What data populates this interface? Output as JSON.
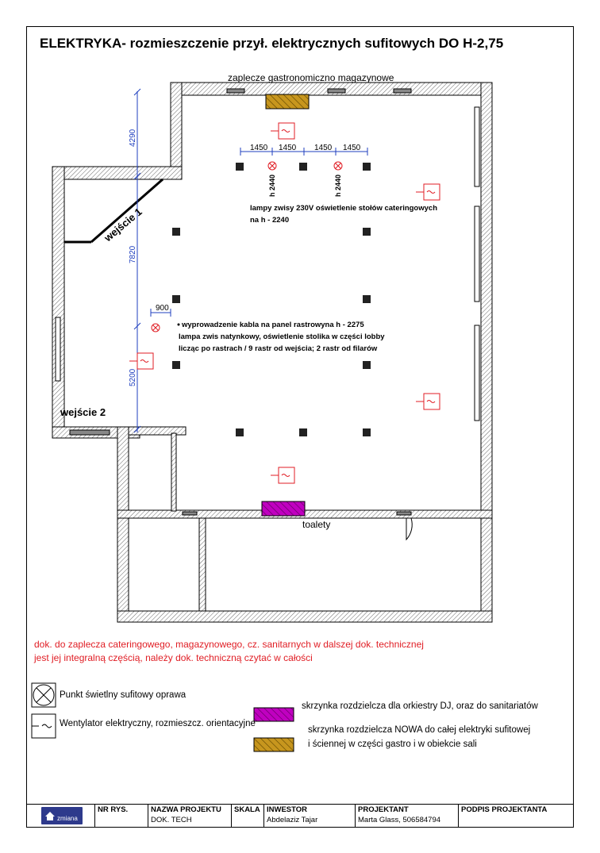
{
  "title": "ELEKTRYKA- rozmieszczenie przył. elektrycznych sufitowych DO H-2,75",
  "plan": {
    "top_room_label": "zaplecze gastronomiczno magazynowe",
    "entrance1": "wejście 1",
    "entrance2": "wejście 2",
    "toilets": "toalety",
    "dims": {
      "v1": "4290",
      "v2": "7820",
      "v3": "5200",
      "h_spacing": [
        "1450",
        "1450",
        "1450",
        "1450"
      ],
      "h_900": "900"
    },
    "lamp_heights": [
      "h 2440",
      "h 2440"
    ],
    "note_lamps_line1": "lampy zwisy 230V oświetlenie stołów cateringowych",
    "note_lamps_line2": "na h - 2240",
    "note_cable_line1": "wyprowadzenie kabla na panel rastrowyna h - 2275",
    "note_cable_line2": "lampa zwis natynkowy, oświetlenie stolika w części lobby",
    "note_cable_line3": "licząc po rastrach / 9 rastr od wejścia; 2 rastr od filarów"
  },
  "notes": {
    "line1": "dok. do zaplecza cateringowego, magazynowego, cz. sanitarnych w dalszej dok. technicznej",
    "line2": "jest jej integralną częścią, należy dok. techniczną czytać w całości"
  },
  "legend": {
    "light": "Punkt świetlny sufitowy oprawa",
    "fan": "Wentylator elektryczny, rozmieszcz. orientacyjne",
    "box_dj": "skrzynka rozdzielcza dla orkiestry DJ, oraz do sanitariatów",
    "box_new_line1": "skrzynka rozdzielcza NOWA do całej elektryki sufitowej",
    "box_new_line2": "i ściennej w części gastro i w obiekcie sali"
  },
  "colors": {
    "red": "#e01d24",
    "blue": "#1f3fbf",
    "magenta": "#c000c0",
    "ochre": "#c7961e"
  },
  "titleblock": {
    "logo_text": "zmiana",
    "nr_rys_head": "NR RYS.",
    "project_head": "NAZWA PROJEKTU",
    "project_val": "DOK. TECH",
    "scale_head": "SKALA",
    "investor_head": "INWESTOR",
    "investor_val": "Abdelaziz Tajar",
    "designer_head": "PROJEKTANT",
    "designer_val": "Marta Glass, 506584794",
    "sign_head": "PODPIS PROJEKTANTA"
  }
}
